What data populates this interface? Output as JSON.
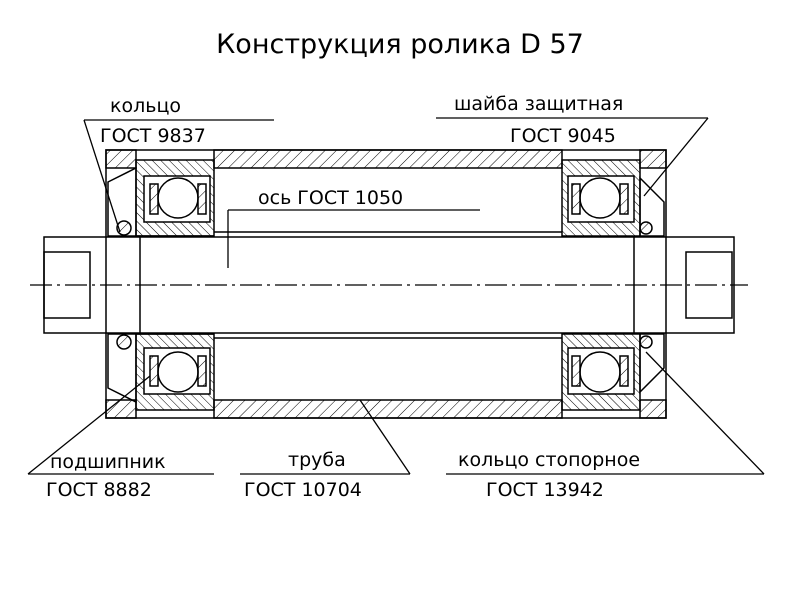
{
  "title": "Конструкция ролика D 57",
  "labels": {
    "ring_name": "кольцо",
    "ring_std": "ГОСТ 9837",
    "washer_name": "шайба защитная",
    "washer_std": "ГОСТ 9045",
    "axle": "ось ГОСТ 1050",
    "bearing_name": "подшипник",
    "bearing_std": "ГОСТ 8882",
    "tube_name": "труба",
    "tube_std": "ГОСТ 10704",
    "retaining_ring_name": "кольцо стопорное",
    "retaining_ring_std": "ГОСТ 13942"
  },
  "colors": {
    "ink": "#000000",
    "background": "#ffffff"
  }
}
